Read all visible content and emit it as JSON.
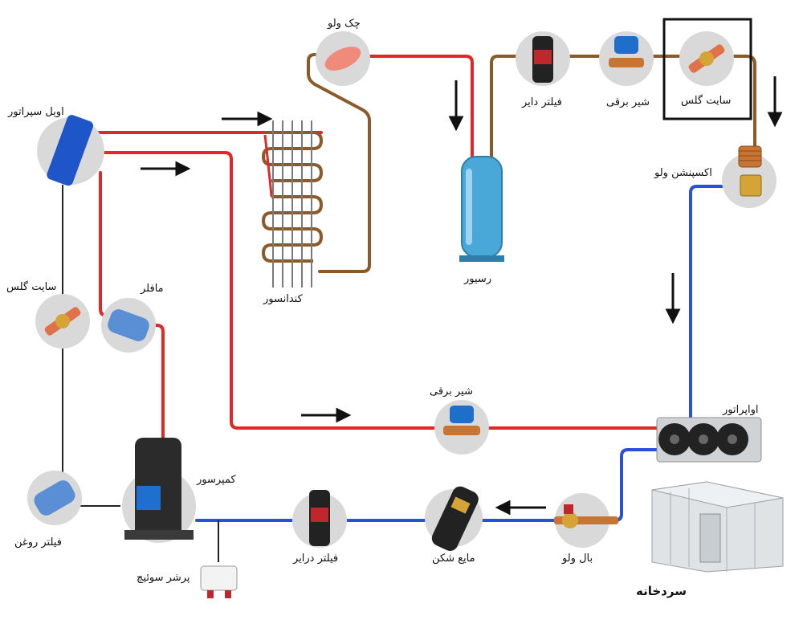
{
  "labels": {
    "check_valve": "چک ولو",
    "filter_drier_top": "فیلتر دایر",
    "solenoid_top": "شیر برقی",
    "sight_glass_top": "سایت گلس",
    "oil_separator": "اویل سپراتور",
    "condenser": "کندانسور",
    "receiver": "رسیور",
    "expansion_valve": "اکسپنشن ولو",
    "sight_glass_left": "سایت گلس",
    "muffler": "مافلر",
    "solenoid_mid": "شیر برقی",
    "evaporator": "اواپراتور",
    "compressor": "کمپرسور",
    "oil_filter": "فیلتر روغن",
    "filter_drier_bottom": "فیلتر درایر",
    "accumulator": "مایع شکن",
    "ball_valve": "بال ولو",
    "pressure_switch": "پرشر سوئیچ",
    "cold_room": "سردخانه"
  },
  "colors": {
    "hot_line": "#e0282a",
    "liquid_line": "#8b5a2b",
    "suction_line": "#2a4fd8",
    "oil_line": "#222222",
    "component_bg": "#d9d9d9"
  },
  "icons": {
    "arrow": "right-arrow-icon",
    "down_arrow": "down-arrow-icon",
    "left_arrow": "left-arrow-icon"
  }
}
